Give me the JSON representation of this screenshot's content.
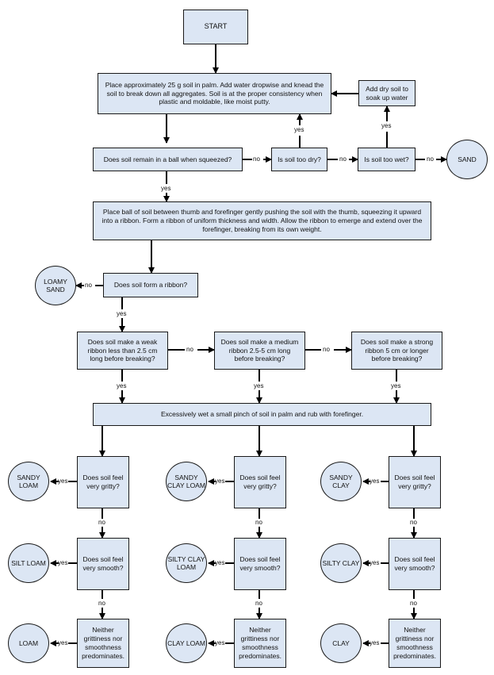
{
  "start": "START",
  "step_place": "Place approximately 25 g soil in palm. Add water dropwise and knead the soil to break down all aggregates. Soil is at the proper consistency when plastic and moldable, like moist putty.",
  "add_dry_soil": "Add dry soil to soak up water",
  "q_ball": "Does soil remain in a ball when squeezed?",
  "q_too_dry": "Is soil too dry?",
  "q_too_wet": "Is soil too wet?",
  "step_ribbon": "Place ball of soil between thumb and forefinger gently pushing the soil with the thumb, squeezing it upward into a ribbon. Form a ribbon of uniform thickness and width. Allow the ribbon to emerge and extend over the forefinger, breaking from its own weight.",
  "q_form_ribbon": "Does soil form a ribbon?",
  "q_weak_ribbon": "Does soil make a weak ribbon less than 2.5 cm long before breaking?",
  "q_medium_ribbon": "Does soil make a medium ribbon 2.5-5 cm long before breaking?",
  "q_strong_ribbon": "Does soil make a strong ribbon 5 cm or longer before breaking?",
  "step_wet": "Excessively wet a small pinch of soil in palm and rub with forefinger.",
  "q_gritty": "Does soil feel very gritty?",
  "q_smooth": "Does soil feel very smooth?",
  "q_neither": "Neither grittiness nor smoothness predominates.",
  "result_sand": "SAND",
  "result_loamy_sand": "LOAMY SAND",
  "result_sandy_loam": "SANDY LOAM",
  "result_silt_loam": "SILT LOAM",
  "result_loam": "LOAM",
  "result_sandy_clay_loam": "SANDY CLAY LOAM",
  "result_silty_clay_loam": "SILTY CLAY LOAM",
  "result_clay_loam": "CLAY LOAM",
  "result_sandy_clay": "SANDY CLAY",
  "result_silty_clay": "SILTY CLAY",
  "result_clay": "CLAY",
  "label_yes": "yes",
  "label_no": "no",
  "colors": {
    "fill": "#dce6f4",
    "stroke": "#1a1a1a"
  }
}
